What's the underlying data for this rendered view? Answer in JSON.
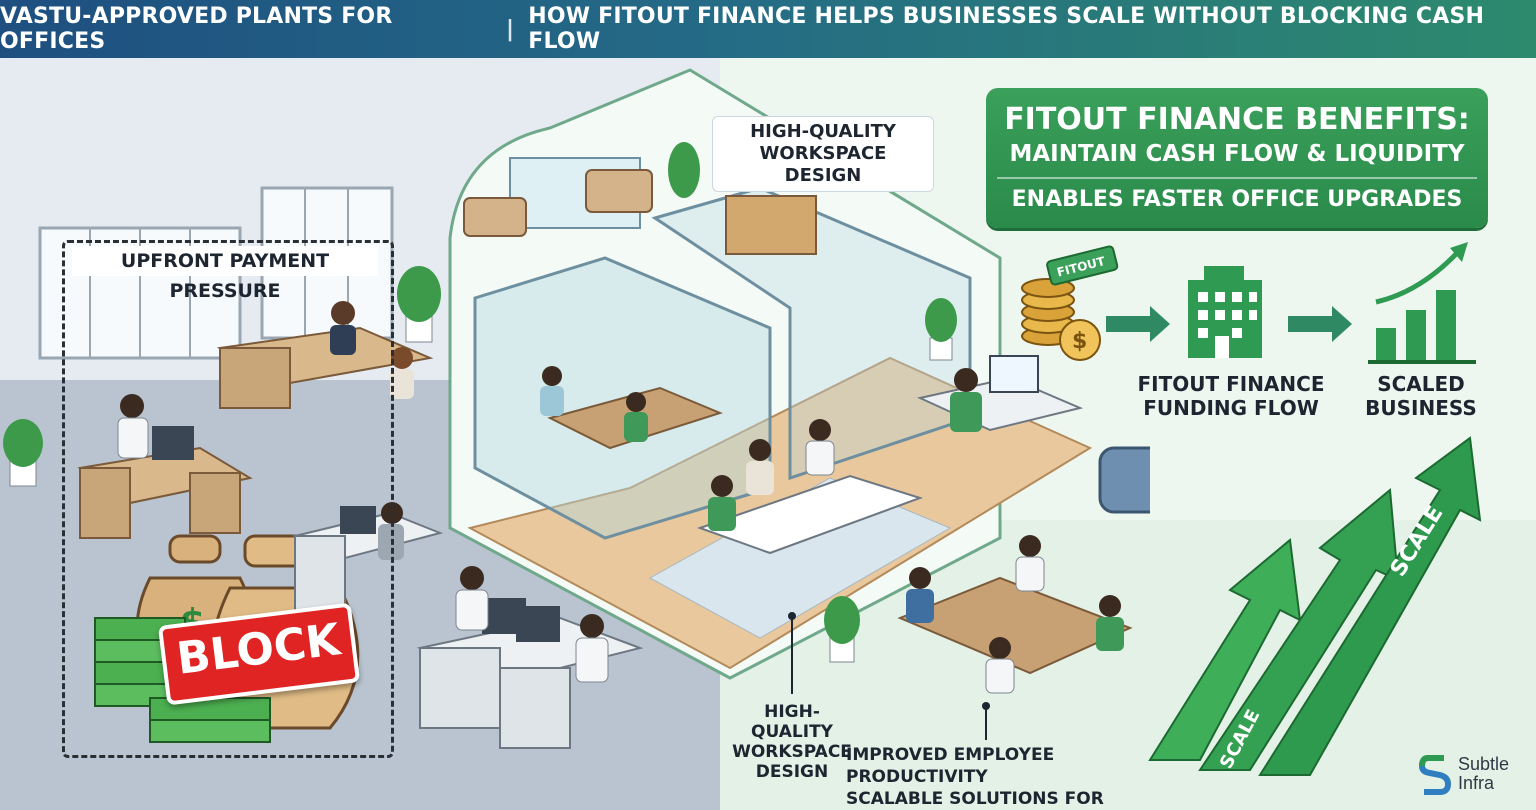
{
  "header": {
    "left_title": "VASTU-APPROVED PLANTS FOR OFFICES",
    "separator": "|",
    "right_title": "HOW FITOUT FINANCE HELPS BUSINESSES SCALE WITHOUT BLOCKING CASH FLOW"
  },
  "left_panel": {
    "label": "UPFRONT PAYMENT PRESSURE",
    "stamp": "BLOCK",
    "money_symbol": "$"
  },
  "center": {
    "top_label": "HIGH-QUALITY WORKSPACE DESIGN",
    "bottom_label": "HIGH-QUALITY WORKSPACE DESIGN",
    "caption_line1": "IMPROVED EMPLOYEE PRODUCTIVITY",
    "caption_line2": "SCALABLE SOLUTIONS FOR GROWTH"
  },
  "benefits": {
    "title": "FITOUT FINANCE BENEFITS:",
    "line1": "MAINTAIN CASH FLOW & LIQUIDITY",
    "line2": "ENABLES FASTER OFFICE UPGRADES"
  },
  "flow": {
    "tag": "FITOUT",
    "coin_symbol": "$",
    "step1_label": "FITOUT FINANCE FUNDING FLOW",
    "step2_label": "SCALED BUSINESS"
  },
  "growth_arrows": {
    "big_label": "SCALE",
    "small_label": "SCALE"
  },
  "brand": {
    "line1": "Subtle",
    "line2": "Infra"
  },
  "colors": {
    "header_start": "#1e4f80",
    "header_end": "#2d8a6d",
    "brand_green": "#2e9a52",
    "stamp_red": "#e02424"
  }
}
